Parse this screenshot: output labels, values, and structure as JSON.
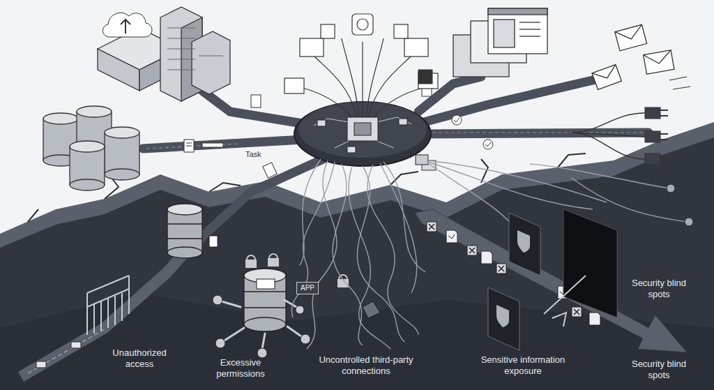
{
  "diagram": {
    "nodes": [
      {
        "text": [
          "APP"
        ]
      }
    ],
    "edges": [],
    "labels": [
      "Task",
      "Unauthorized access",
      "Excessive permissions",
      "Uncontrolled third-party connections",
      "Sensitive information exposure",
      "Security blind spots",
      "Security blind spots"
    ]
  }
}
